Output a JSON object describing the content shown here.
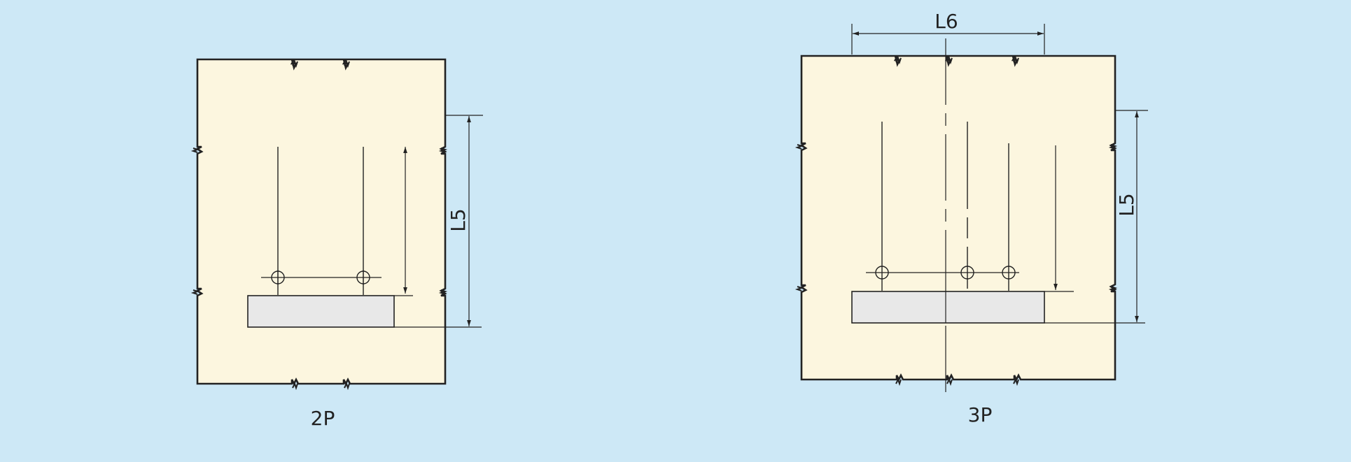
{
  "background_color": "#cde8f6",
  "panel_fill": "#fcf6df",
  "bar_fill": "#e8e8e8",
  "stroke_color": "#222222",
  "diagrams": [
    {
      "caption": "2P",
      "dimension_labels": {
        "vertical": "L5"
      }
    },
    {
      "caption": "3P",
      "dimension_labels": {
        "vertical": "L5",
        "horizontal": "L6"
      }
    }
  ]
}
